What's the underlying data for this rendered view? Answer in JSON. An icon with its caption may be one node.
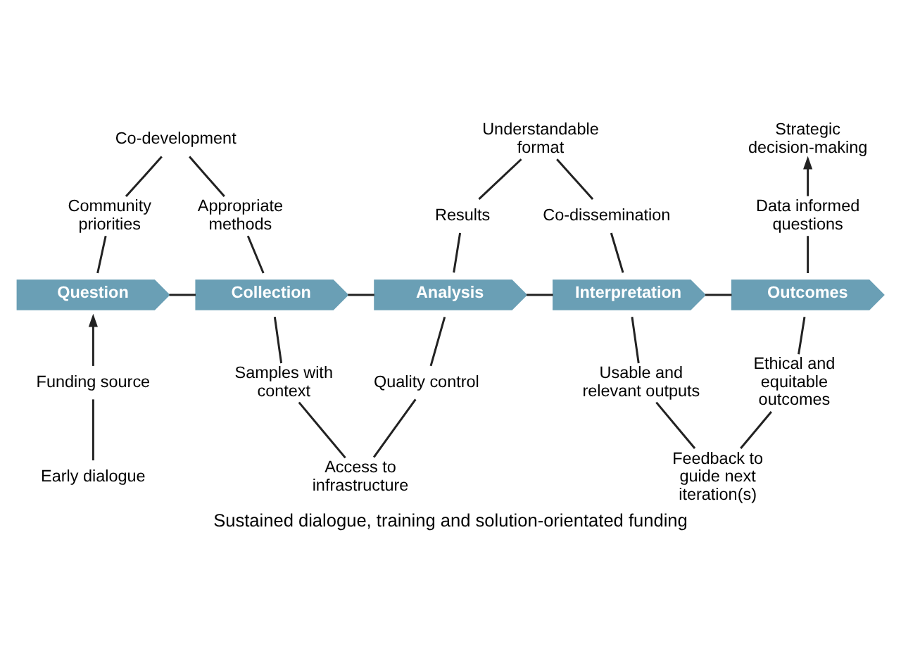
{
  "diagram": {
    "caption": "Sustained dialogue, training and solution-orientated funding",
    "nodes": [
      {
        "text": [
          "Question"
        ]
      },
      {
        "text": [
          "Collection"
        ]
      },
      {
        "text": [
          "Analysis"
        ]
      },
      {
        "text": [
          "Interpretation"
        ]
      },
      {
        "text": [
          "Outcomes"
        ]
      },
      {
        "text": [
          "Co-development"
        ]
      },
      {
        "text": [
          "Community priorities"
        ]
      },
      {
        "text": [
          "Appropriate methods"
        ]
      },
      {
        "text": [
          "Understandable format"
        ]
      },
      {
        "text": [
          "Results"
        ]
      },
      {
        "text": [
          "Co-dissemination"
        ]
      },
      {
        "text": [
          "Strategic decision-making"
        ]
      },
      {
        "text": [
          "Data informed questions"
        ]
      },
      {
        "text": [
          "Funding source"
        ]
      },
      {
        "text": [
          "Samples with context"
        ]
      },
      {
        "text": [
          "Quality control"
        ]
      },
      {
        "text": [
          "Usable and relevant outputs"
        ]
      },
      {
        "text": [
          "Ethical and equitable outcomes"
        ]
      },
      {
        "text": [
          "Early dialogue"
        ]
      },
      {
        "text": [
          "Access to infrastructure"
        ]
      },
      {
        "text": [
          "Feedback to guide next iteration(s)"
        ]
      }
    ],
    "edges": [
      {
        "from": 0,
        "to": 1,
        "arrow": "none"
      },
      {
        "from": 1,
        "to": 2,
        "arrow": "none"
      },
      {
        "from": 2,
        "to": 3,
        "arrow": "none"
      },
      {
        "from": 3,
        "to": 4,
        "arrow": "none"
      },
      {
        "from": 5,
        "to": 6,
        "arrow": "none"
      },
      {
        "from": 6,
        "to": 0,
        "arrow": "none"
      },
      {
        "from": 5,
        "to": 7,
        "arrow": "none"
      },
      {
        "from": 7,
        "to": 1,
        "arrow": "none"
      },
      {
        "from": 8,
        "to": 9,
        "arrow": "none"
      },
      {
        "from": 9,
        "to": 2,
        "arrow": "none"
      },
      {
        "from": 8,
        "to": 10,
        "arrow": "none"
      },
      {
        "from": 10,
        "to": 3,
        "arrow": "none"
      },
      {
        "from": 12,
        "to": 11,
        "arrow": "to"
      },
      {
        "from": 4,
        "to": 12,
        "arrow": "none"
      },
      {
        "from": 18,
        "to": 13,
        "arrow": "none"
      },
      {
        "from": 13,
        "to": 0,
        "arrow": "to"
      },
      {
        "from": 1,
        "to": 14,
        "arrow": "none"
      },
      {
        "from": 14,
        "to": 19,
        "arrow": "none"
      },
      {
        "from": 19,
        "to": 15,
        "arrow": "none"
      },
      {
        "from": 15,
        "to": 2,
        "arrow": "none"
      },
      {
        "from": 3,
        "to": 16,
        "arrow": "none"
      },
      {
        "from": 16,
        "to": 20,
        "arrow": "none"
      },
      {
        "from": 20,
        "to": 17,
        "arrow": "none"
      },
      {
        "from": 17,
        "to": 4,
        "arrow": "none"
      }
    ]
  }
}
